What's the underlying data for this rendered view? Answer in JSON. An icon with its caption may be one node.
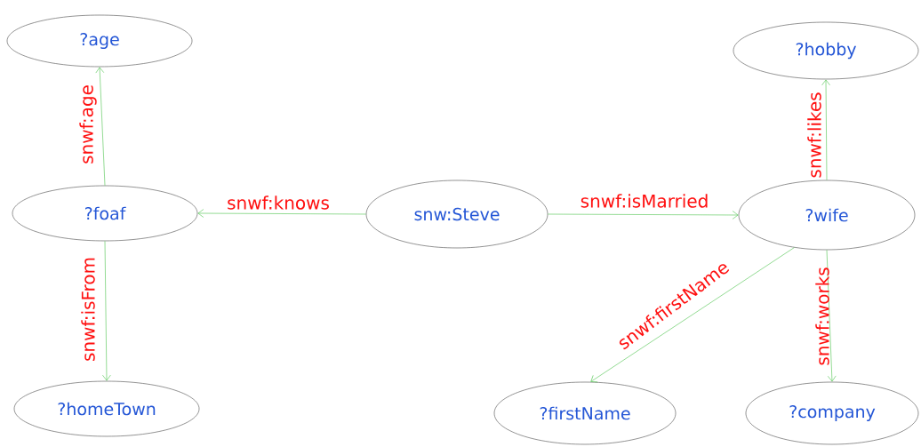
{
  "diagram": {
    "nodes": [
      {
        "text": [
          "?age"
        ]
      },
      {
        "text": [
          "?foaf"
        ]
      },
      {
        "text": [
          "snw:Steve"
        ]
      },
      {
        "text": [
          "?wife"
        ]
      },
      {
        "text": [
          "?hobby"
        ]
      },
      {
        "text": [
          "?homeTown"
        ]
      },
      {
        "text": [
          "?firstName"
        ]
      },
      {
        "text": [
          "?company"
        ]
      }
    ],
    "edges": [
      {
        "from": 1,
        "to": 0,
        "arrow": "to",
        "label": "snwf:age"
      },
      {
        "from": 2,
        "to": 1,
        "arrow": "to",
        "label": "snwf:knows"
      },
      {
        "from": 2,
        "to": 3,
        "arrow": "to",
        "label": "snwf:isMarried"
      },
      {
        "from": 3,
        "to": 4,
        "arrow": "to",
        "label": "snwf:likes"
      },
      {
        "from": 1,
        "to": 5,
        "arrow": "to",
        "label": "snwf:isFrom"
      },
      {
        "from": 3,
        "to": 6,
        "arrow": "to",
        "label": "snwf:firstName"
      },
      {
        "from": 3,
        "to": 7,
        "arrow": "to",
        "label": "snwf:works"
      }
    ]
  }
}
